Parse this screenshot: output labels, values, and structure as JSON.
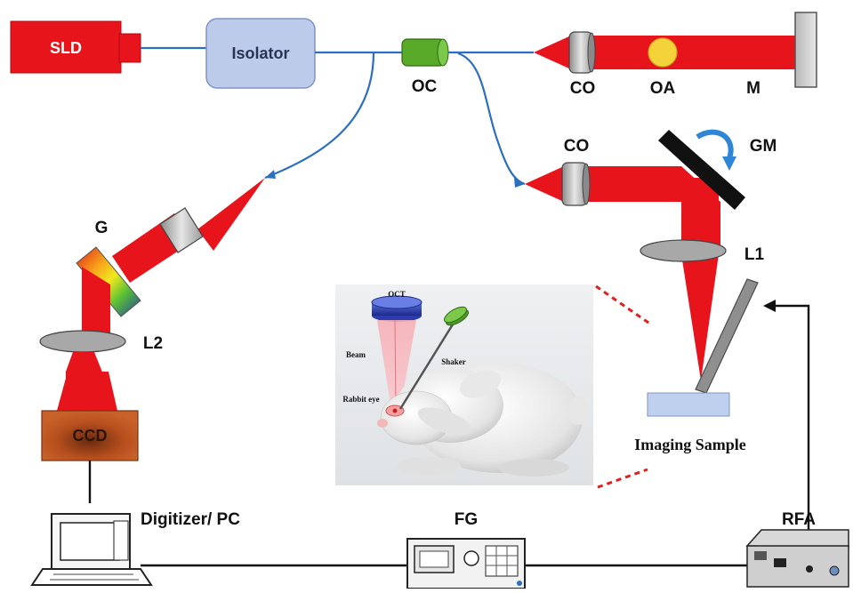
{
  "labels": {
    "sld": "SLD",
    "isolator": "Isolator",
    "oc": "OC",
    "co_top": "CO",
    "oa": "OA",
    "m": "M",
    "co_sample": "CO",
    "gm": "GM",
    "l1": "L1",
    "g": "G",
    "l2": "L2",
    "ccd": "CCD",
    "digitizer_pc": "Digitizer/ PC",
    "fg": "FG",
    "rfa": "RFA",
    "imaging_sample": "Imaging Sample"
  },
  "inset": {
    "oct": "OCT",
    "beam": "Beam",
    "shaker": "Shaker",
    "rabbit_eye": "Rabbit eye"
  },
  "colors": {
    "beam_red": "#e8141c",
    "fiber_blue": "#2a6fc0",
    "coupler_green": "#5aaa2a",
    "oa_yellow": "#f4d23a",
    "ccd_brown": "#b8501e",
    "isolator_fill": "#bccbea",
    "sample_fill": "#bfd0ee",
    "dashed_red": "#e02020"
  },
  "icons": [
    "laptop-icon",
    "function-generator-icon",
    "rf-amplifier-icon",
    "rabbit-illustration"
  ]
}
